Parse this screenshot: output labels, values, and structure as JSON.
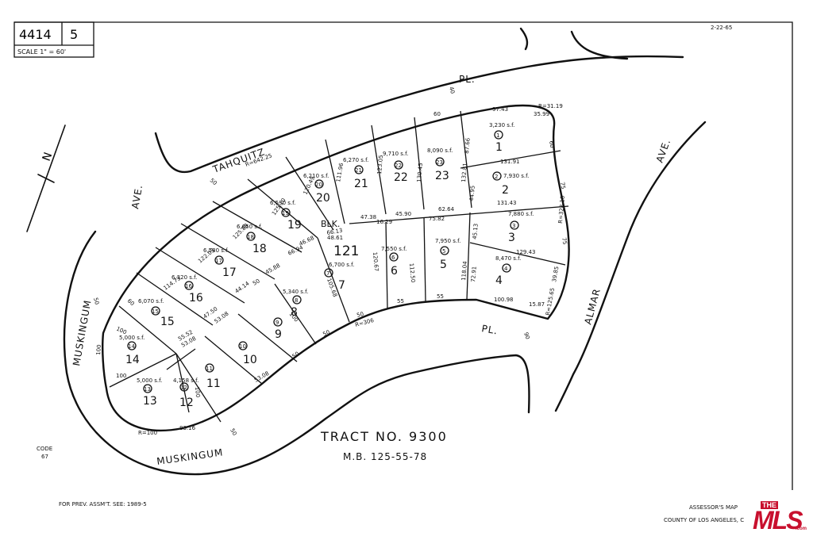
{
  "map_header": {
    "book": "4414",
    "page": "5",
    "scale": "SCALE 1\" = 60'",
    "date": "2-22-65"
  },
  "streets": {
    "tahquitz": "TAHQUITZ",
    "tahquitz_pl": "PL.",
    "muskingum_ave_left": "MUSKINGUM",
    "muskingum_ave_suffix": "AVE.",
    "muskingum_bottom": "MUSKINGUM",
    "muskingum_pl": "PL.",
    "almar": "ALMAR",
    "almar_ave": "AVE."
  },
  "block": {
    "label": "BLK.",
    "number": "121"
  },
  "lots": [
    {
      "id": "1",
      "area": "3,230 s.f."
    },
    {
      "id": "2",
      "area": "7,930 s.f."
    },
    {
      "id": "3",
      "area": "7,880 s.f."
    },
    {
      "id": "4",
      "area": "8,470 s.f."
    },
    {
      "id": "5",
      "area": "7,950 s.f."
    },
    {
      "id": "6",
      "area": "7,550 s.f."
    },
    {
      "id": "7",
      "area": "6,700 s.f."
    },
    {
      "id": "8",
      "area": "5,340 s.f."
    },
    {
      "id": "9",
      "area": ""
    },
    {
      "id": "10",
      "area": ""
    },
    {
      "id": "11",
      "area": ""
    },
    {
      "id": "12",
      "area": "4,158 s.f."
    },
    {
      "id": "13",
      "area": "5,000 s.f."
    },
    {
      "id": "14",
      "area": "5,000 s.f."
    },
    {
      "id": "15",
      "area": "6,070 s.f."
    },
    {
      "id": "16",
      "area": "6,320 s.f."
    },
    {
      "id": "17",
      "area": "6,580 s.f."
    },
    {
      "id": "18",
      "area": "6,650 s.f."
    },
    {
      "id": "19",
      "area": "6,530 s.f."
    },
    {
      "id": "20",
      "area": "6,210 s.f."
    },
    {
      "id": "21",
      "area": "6,270 s.f."
    },
    {
      "id": "22",
      "area": "9,710 s.f."
    },
    {
      "id": "23",
      "area": "8,090 s.f."
    }
  ],
  "dimensions": {
    "d1": "97.43",
    "d2": "R=31.19",
    "d3": "35.99",
    "d4": "60",
    "d5": "60",
    "d6": "87.66",
    "d7": "131.91",
    "d8": "75",
    "d9": "R=328.10",
    "d10": "131.43",
    "d11": "75",
    "d12": "129.43",
    "d13": "R=125.65",
    "d14": "39.85",
    "d15": "15.87",
    "d16": "100.98",
    "d17": "118.04",
    "d18": "72.91",
    "d19": "45.13",
    "d20": "62.64",
    "d21": "75.82",
    "d22": "45.90",
    "d23": "16.29",
    "d24": "47.38",
    "d25": "132.81",
    "d26": "130.45",
    "d27": "123.05",
    "d28": "111.96",
    "d29": "120.49",
    "d30": "125.10",
    "d31": "125.88",
    "d32": "122.03",
    "d33": "114.73",
    "d34": "R=642.25",
    "d35": "48.61",
    "d36": "66.13",
    "d37": "66.94",
    "d38": "46.68",
    "d39": "45.88",
    "d40": "44.14",
    "d41": "47.50",
    "d42": "53.08",
    "d43": "55.52",
    "d44": "53.08",
    "d45": "53.08",
    "d46": "50",
    "d47": "100",
    "d48": "105.68",
    "d49": "120.67",
    "d50": "112.50",
    "d51": "55",
    "d52": "55",
    "d53": "50",
    "d54": "R=306",
    "d55": "50",
    "d56": "50",
    "d57": "100",
    "d58": "100",
    "d59": "100",
    "d60": "100",
    "d61": "R=100",
    "d62": "83.16",
    "d63": "50",
    "d64": "60",
    "d65": "50",
    "d66": "90",
    "d67": "44.95",
    "d68": "50",
    "d69": "40"
  },
  "tract": {
    "title": "TRACT  NO. 9300",
    "mb": "M.B. 125-55-78"
  },
  "footer": {
    "code_label": "CODE",
    "code_value": "67",
    "prev": "FOR PREV. ASSM'T. SEE: 1989-5",
    "assessor": "ASSESSOR'S MAP",
    "county": "COUNTY OF LOS ANGELES, C"
  },
  "logo": {
    "the": "THE",
    "mls": "MLS",
    "com": ".com",
    "color": "#c8102e"
  },
  "north_arrow": {
    "letter": "N"
  }
}
